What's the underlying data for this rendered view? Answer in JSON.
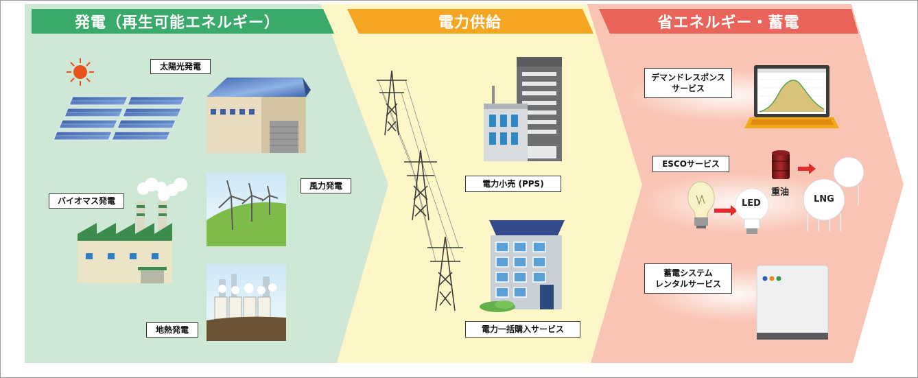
{
  "sections": {
    "generation": {
      "title": "発電（再生可能エネルギー）"
    },
    "supply": {
      "title": "電力供給"
    },
    "saving": {
      "title": "省エネルギー・蓄電"
    }
  },
  "labels": {
    "solar": "太陽光発電",
    "biomass": "バイオマス発電",
    "wind": "風力発電",
    "geothermal": "地熱発電",
    "retail": "電力小売 (PPS)",
    "bulk": "電力一括購入サービス",
    "demand_response_line1": "デマンドレスポンス",
    "demand_response_line2": "サービス",
    "esco": "ESCOサービス",
    "storage_line1": "蓄電システム",
    "storage_line2": "レンタルサービス"
  },
  "overlays": {
    "led": "LED",
    "heavy_oil": "重油",
    "lng": "LNG"
  },
  "colors": {
    "generation_bg": "#cfe8d6",
    "generation_header": "#3aaa6a",
    "supply_bg": "#fdf6c6",
    "supply_header": "#f4a521",
    "saving_bg": "#f9c4b4",
    "saving_header": "#e9645a",
    "arrow_red": "#e42b2b"
  },
  "icons": [
    "sun-icon",
    "solar-panel-icon",
    "factory-icon",
    "wind-turbine-icon",
    "geothermal-plant-icon",
    "pylon-icon",
    "office-building-icon",
    "apartment-icon",
    "laptop-chart-icon",
    "bulb-icon",
    "led-bulb-icon",
    "oil-drum-icon",
    "lng-tank-icon",
    "battery-unit-icon"
  ]
}
